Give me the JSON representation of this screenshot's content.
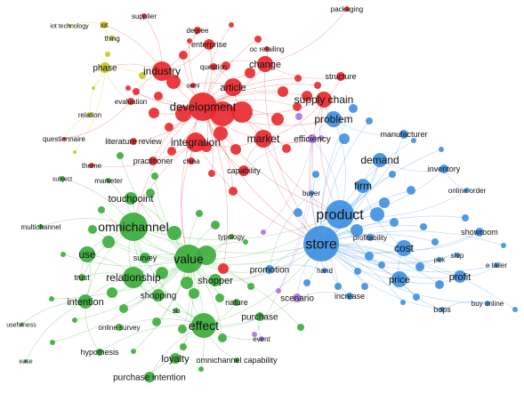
{
  "colors": {
    "red": "#e8272c",
    "green": "#3aac3a",
    "blue": "#3d8fe0",
    "yellow": "#c8c81e",
    "purple": "#a675e0"
  },
  "nodes": [
    {
      "id": "industry",
      "label": "industry",
      "cluster": "red",
      "weight": 7
    },
    {
      "id": "development",
      "label": "development",
      "cluster": "red",
      "weight": 10
    },
    {
      "id": "integration",
      "label": "integration",
      "cluster": "red",
      "weight": 7
    },
    {
      "id": "market",
      "label": "market",
      "cluster": "red",
      "weight": 7
    },
    {
      "id": "change",
      "label": "change",
      "cluster": "red",
      "weight": 6
    },
    {
      "id": "article",
      "label": "article",
      "cluster": "red",
      "weight": 6
    },
    {
      "id": "supply-chain",
      "label": "supply chain",
      "cluster": "red",
      "weight": 6
    },
    {
      "id": "structure",
      "label": "structure",
      "cluster": "red",
      "weight": 4
    },
    {
      "id": "enterprise",
      "label": "enterprise",
      "cluster": "red",
      "weight": 4
    },
    {
      "id": "degree",
      "label": "degree",
      "cluster": "red",
      "weight": 3
    },
    {
      "id": "supplier",
      "label": "supplier",
      "cluster": "red",
      "weight": 3
    },
    {
      "id": "packaging",
      "label": "packaging",
      "cluster": "red",
      "weight": 2
    },
    {
      "id": "oc-retailing",
      "label": "oc retailing",
      "cluster": "red",
      "weight": 2
    },
    {
      "id": "question",
      "label": "question",
      "cluster": "red",
      "weight": 3
    },
    {
      "id": "semi",
      "label": "semi",
      "cluster": "red",
      "weight": 2
    },
    {
      "id": "evaluation",
      "label": "evaluation",
      "cluster": "red",
      "weight": 3
    },
    {
      "id": "literature-review",
      "label": "literature review",
      "cluster": "red",
      "weight": 3
    },
    {
      "id": "practitioner",
      "label": "practitioner",
      "cluster": "red",
      "weight": 4
    },
    {
      "id": "china",
      "label": "china",
      "cluster": "red",
      "weight": 3
    },
    {
      "id": "capability",
      "label": "capability",
      "cluster": "red",
      "weight": 4
    },
    {
      "id": "questionnaire",
      "label": "questionnaire",
      "cluster": "red",
      "weight": 2
    },
    {
      "id": "theme",
      "label": "theme",
      "cluster": "red",
      "weight": 2
    },
    {
      "id": "iot-technology",
      "label": "iot technology",
      "cluster": "yellow",
      "weight": 2
    },
    {
      "id": "iot",
      "label": "iot",
      "cluster": "yellow",
      "weight": 3
    },
    {
      "id": "thing",
      "label": "thing",
      "cluster": "yellow",
      "weight": 2
    },
    {
      "id": "phase",
      "label": "phase",
      "cluster": "yellow",
      "weight": 4
    },
    {
      "id": "relation",
      "label": "relation",
      "cluster": "yellow",
      "weight": 2
    },
    {
      "id": "omnichannel",
      "label": "omnichannel",
      "cluster": "green",
      "weight": 10
    },
    {
      "id": "value",
      "label": "value",
      "cluster": "green",
      "weight": 10
    },
    {
      "id": "relationship",
      "label": "relationship",
      "cluster": "green",
      "weight": 7
    },
    {
      "id": "effect",
      "label": "effect",
      "cluster": "green",
      "weight": 8
    },
    {
      "id": "touchpoint",
      "label": "touchpoint",
      "cluster": "green",
      "weight": 5
    },
    {
      "id": "use",
      "label": "use",
      "cluster": "green",
      "weight": 6
    },
    {
      "id": "survey",
      "label": "survey",
      "cluster": "green",
      "weight": 4
    },
    {
      "id": "shopper",
      "label": "shopper",
      "cluster": "green",
      "weight": 5
    },
    {
      "id": "shopping",
      "label": "shopping",
      "cluster": "green",
      "weight": 5
    },
    {
      "id": "intention",
      "label": "intention",
      "cluster": "green",
      "weight": 5
    },
    {
      "id": "trust",
      "label": "trust",
      "cluster": "green",
      "weight": 3
    },
    {
      "id": "typology",
      "label": "typology",
      "cluster": "green",
      "weight": 2
    },
    {
      "id": "nature",
      "label": "nature",
      "cluster": "green",
      "weight": 3
    },
    {
      "id": "purchase",
      "label": "purchase",
      "cluster": "green",
      "weight": 4
    },
    {
      "id": "su",
      "label": "su",
      "cluster": "green",
      "weight": 2
    },
    {
      "id": "loyalty",
      "label": "loyalty",
      "cluster": "green",
      "weight": 4
    },
    {
      "id": "hypothesis",
      "label": "hypothesis",
      "cluster": "green",
      "weight": 3
    },
    {
      "id": "online-survey",
      "label": "online survey",
      "cluster": "green",
      "weight": 3
    },
    {
      "id": "purchase-intention",
      "label": "purchase intention",
      "cluster": "green",
      "weight": 4
    },
    {
      "id": "omnichannel-capability",
      "label": "omnichannel capability",
      "cluster": "green",
      "weight": 2
    },
    {
      "id": "multichannel",
      "label": "multichannel",
      "cluster": "green",
      "weight": 2
    },
    {
      "id": "marketer",
      "label": "marketer",
      "cluster": "green",
      "weight": 2
    },
    {
      "id": "subject",
      "label": "subject",
      "cluster": "green",
      "weight": 2
    },
    {
      "id": "usefulness",
      "label": "usefulness",
      "cluster": "green",
      "weight": 2
    },
    {
      "id": "ease",
      "label": "ease",
      "cluster": "green",
      "weight": 2
    },
    {
      "id": "store",
      "label": "store",
      "cluster": "blue",
      "weight": 10
    },
    {
      "id": "product",
      "label": "product",
      "cluster": "blue",
      "weight": 9
    },
    {
      "id": "problem",
      "label": "problem",
      "cluster": "blue",
      "weight": 6
    },
    {
      "id": "demand",
      "label": "demand",
      "cluster": "blue",
      "weight": 5
    },
    {
      "id": "firm",
      "label": "firm",
      "cluster": "blue",
      "weight": 5
    },
    {
      "id": "cost",
      "label": "cost",
      "cluster": "blue",
      "weight": 5
    },
    {
      "id": "price",
      "label": "price",
      "cluster": "blue",
      "weight": 5
    },
    {
      "id": "profit",
      "label": "profit",
      "cluster": "blue",
      "weight": 4
    },
    {
      "id": "manufacturer",
      "label": "manufacturer",
      "cluster": "blue",
      "weight": 3
    },
    {
      "id": "inventory",
      "label": "inventory",
      "cluster": "blue",
      "weight": 3
    },
    {
      "id": "online-order",
      "label": "online order",
      "cluster": "blue",
      "weight": 2
    },
    {
      "id": "showroom",
      "label": "showroom",
      "cluster": "blue",
      "weight": 3
    },
    {
      "id": "ship",
      "label": "ship",
      "cluster": "blue",
      "weight": 2
    },
    {
      "id": "pick",
      "label": "pick",
      "cluster": "blue",
      "weight": 2
    },
    {
      "id": "e-tailer",
      "label": "e tailer",
      "cluster": "blue",
      "weight": 2
    },
    {
      "id": "buy-online",
      "label": "buy online",
      "cluster": "blue",
      "weight": 2
    },
    {
      "id": "bops",
      "label": "bops",
      "cluster": "blue",
      "weight": 2
    },
    {
      "id": "profitability",
      "label": "profitability",
      "cluster": "blue",
      "weight": 2
    },
    {
      "id": "buyer",
      "label": "buyer",
      "cluster": "blue",
      "weight": 2
    },
    {
      "id": "hand",
      "label": "hand",
      "cluster": "blue",
      "weight": 2
    },
    {
      "id": "increase",
      "label": "increase",
      "cluster": "blue",
      "weight": 3
    },
    {
      "id": "promotion",
      "label": "promotion",
      "cluster": "blue",
      "weight": 3
    },
    {
      "id": "efficiency",
      "label": "efficiency",
      "cluster": "purple",
      "weight": 3
    },
    {
      "id": "scenario",
      "label": "scenario",
      "cluster": "purple",
      "weight": 3
    },
    {
      "id": "event",
      "label": "event",
      "cluster": "purple",
      "weight": 2
    }
  ],
  "links": [
    [
      "development",
      "industry"
    ],
    [
      "development",
      "integration"
    ],
    [
      "development",
      "market"
    ],
    [
      "development",
      "article"
    ],
    [
      "development",
      "change"
    ],
    [
      "development",
      "supply-chain"
    ],
    [
      "development",
      "enterprise"
    ],
    [
      "development",
      "capability"
    ],
    [
      "development",
      "practitioner"
    ],
    [
      "development",
      "store"
    ],
    [
      "development",
      "product"
    ],
    [
      "development",
      "omnichannel"
    ],
    [
      "development",
      "value"
    ],
    [
      "development",
      "problem"
    ],
    [
      "industry",
      "phase"
    ],
    [
      "industry",
      "iot"
    ],
    [
      "industry",
      "supplier"
    ],
    [
      "industry",
      "degree"
    ],
    [
      "industry",
      "enterprise"
    ],
    [
      "industry",
      "evaluation"
    ],
    [
      "integration",
      "market"
    ],
    [
      "integration",
      "omnichannel"
    ],
    [
      "integration",
      "value"
    ],
    [
      "integration",
      "store"
    ],
    [
      "integration",
      "china"
    ],
    [
      "market",
      "supply-chain"
    ],
    [
      "market",
      "store"
    ],
    [
      "market",
      "product"
    ],
    [
      "market",
      "efficiency"
    ],
    [
      "market",
      "capability"
    ],
    [
      "change",
      "structure"
    ],
    [
      "change",
      "packaging"
    ],
    [
      "change",
      "oc-retailing"
    ],
    [
      "change",
      "store"
    ],
    [
      "change",
      "question"
    ],
    [
      "supply-chain",
      "problem"
    ],
    [
      "supply-chain",
      "structure"
    ],
    [
      "supply-chain",
      "product"
    ],
    [
      "supply-chain",
      "store"
    ],
    [
      "article",
      "question"
    ],
    [
      "article",
      "semi"
    ],
    [
      "article",
      "market"
    ],
    [
      "iot",
      "iot-technology"
    ],
    [
      "iot",
      "thing"
    ],
    [
      "phase",
      "relation"
    ],
    [
      "phase",
      "evaluation"
    ],
    [
      "relation",
      "questionnaire"
    ],
    [
      "literature-review",
      "development"
    ],
    [
      "theme",
      "integration"
    ],
    [
      "questionnaire",
      "evaluation"
    ],
    [
      "omnichannel",
      "value"
    ],
    [
      "omnichannel",
      "relationship"
    ],
    [
      "omnichannel",
      "touchpoint"
    ],
    [
      "omnichannel",
      "use"
    ],
    [
      "omnichannel",
      "effect"
    ],
    [
      "omnichannel",
      "store"
    ],
    [
      "omnichannel",
      "product"
    ],
    [
      "omnichannel",
      "multichannel"
    ],
    [
      "omnichannel",
      "marketer"
    ],
    [
      "omnichannel",
      "shopping"
    ],
    [
      "omnichannel",
      "intention"
    ],
    [
      "omnichannel",
      "trust"
    ],
    [
      "omnichannel",
      "survey"
    ],
    [
      "omnichannel",
      "subject"
    ],
    [
      "value",
      "relationship"
    ],
    [
      "value",
      "effect"
    ],
    [
      "value",
      "shopper"
    ],
    [
      "value",
      "store"
    ],
    [
      "value",
      "product"
    ],
    [
      "value",
      "typology"
    ],
    [
      "value",
      "survey"
    ],
    [
      "value",
      "shopping"
    ],
    [
      "value",
      "nature"
    ],
    [
      "value",
      "promotion"
    ],
    [
      "value",
      "touchpoint"
    ],
    [
      "relationship",
      "effect"
    ],
    [
      "relationship",
      "trust"
    ],
    [
      "relationship",
      "intention"
    ],
    [
      "relationship",
      "shopping"
    ],
    [
      "relationship",
      "use"
    ],
    [
      "effect",
      "loyalty"
    ],
    [
      "effect",
      "purchase"
    ],
    [
      "effect",
      "purchase-intention"
    ],
    [
      "effect",
      "nature"
    ],
    [
      "effect",
      "su"
    ],
    [
      "effect",
      "store"
    ],
    [
      "effect",
      "event"
    ],
    [
      "effect",
      "omnichannel-capability"
    ],
    [
      "effect",
      "scenario"
    ],
    [
      "effect",
      "hypothesis"
    ],
    [
      "effect",
      "online-survey"
    ],
    [
      "intention",
      "usefulness"
    ],
    [
      "intention",
      "ease"
    ],
    [
      "intention",
      "hypothesis"
    ],
    [
      "intention",
      "use"
    ],
    [
      "use",
      "trust"
    ],
    [
      "loyalty",
      "purchase-intention"
    ],
    [
      "purchase",
      "event"
    ],
    [
      "shopper",
      "store"
    ],
    [
      "shopper",
      "promotion"
    ],
    [
      "store",
      "product"
    ],
    [
      "store",
      "cost"
    ],
    [
      "store",
      "price"
    ],
    [
      "store",
      "profit"
    ],
    [
      "store",
      "firm"
    ],
    [
      "store",
      "demand"
    ],
    [
      "store",
      "showroom"
    ],
    [
      "store",
      "buy-online"
    ],
    [
      "store",
      "bops"
    ],
    [
      "store",
      "hand"
    ],
    [
      "store",
      "increase"
    ],
    [
      "store",
      "profitability"
    ],
    [
      "store",
      "buyer"
    ],
    [
      "store",
      "promotion"
    ],
    [
      "store",
      "scenario"
    ],
    [
      "store",
      "e-tailer"
    ],
    [
      "store",
      "pick"
    ],
    [
      "store",
      "ship"
    ],
    [
      "product",
      "problem"
    ],
    [
      "product",
      "firm"
    ],
    [
      "product",
      "demand"
    ],
    [
      "product",
      "manufacturer"
    ],
    [
      "product",
      "inventory"
    ],
    [
      "product",
      "cost"
    ],
    [
      "product",
      "price"
    ],
    [
      "product",
      "efficiency"
    ],
    [
      "product",
      "online-order"
    ],
    [
      "problem",
      "manufacturer"
    ],
    [
      "problem",
      "efficiency"
    ],
    [
      "demand",
      "inventory"
    ],
    [
      "demand",
      "firm"
    ],
    [
      "firm",
      "cost"
    ],
    [
      "cost",
      "price"
    ],
    [
      "cost",
      "profit"
    ],
    [
      "cost",
      "showroom"
    ],
    [
      "price",
      "profit"
    ],
    [
      "price",
      "bops"
    ],
    [
      "profit",
      "e-tailer"
    ],
    [
      "inventory",
      "online-order"
    ],
    [
      "buy-online",
      "bops"
    ],
    [
      "ship",
      "pick"
    ],
    [
      "increase",
      "scenario"
    ],
    [
      "buyer",
      "promotion"
    ],
    [
      "hand",
      "promotion"
    ],
    [
      "efficiency",
      "capability"
    ]
  ]
}
